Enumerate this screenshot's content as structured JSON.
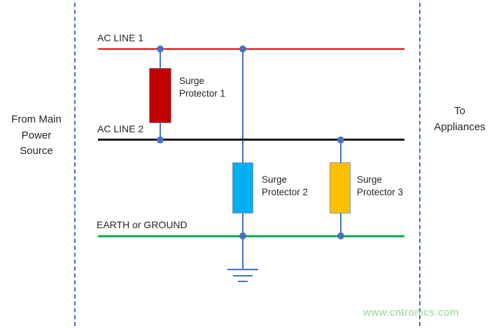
{
  "side_labels": {
    "from_source": [
      "From Main",
      "Power",
      "Source"
    ],
    "to_appliances": [
      "To",
      "Appliances"
    ]
  },
  "power_lines": {
    "line1": {
      "label": "AC LINE 1",
      "color": "#ff0000"
    },
    "line2": {
      "label": "AC LINE 2",
      "color": "#1a1a1a"
    },
    "earth": {
      "label": "EARTH or GROUND",
      "color": "#00b050"
    }
  },
  "protectors": {
    "sp1": {
      "label_line1": "Surge",
      "label_line2": "Protector 1",
      "color": "#c00000"
    },
    "sp2": {
      "label_line1": "Surge",
      "label_line2": "Protector 2",
      "color": "#00b0f0"
    },
    "sp3": {
      "label_line1": "Surge",
      "label_line2": "Protector 3",
      "color": "#ffc000"
    }
  },
  "connector_color": "#4472c4",
  "watermark": {
    "text": "www.cntronics.com",
    "color": "#8fd98f"
  }
}
